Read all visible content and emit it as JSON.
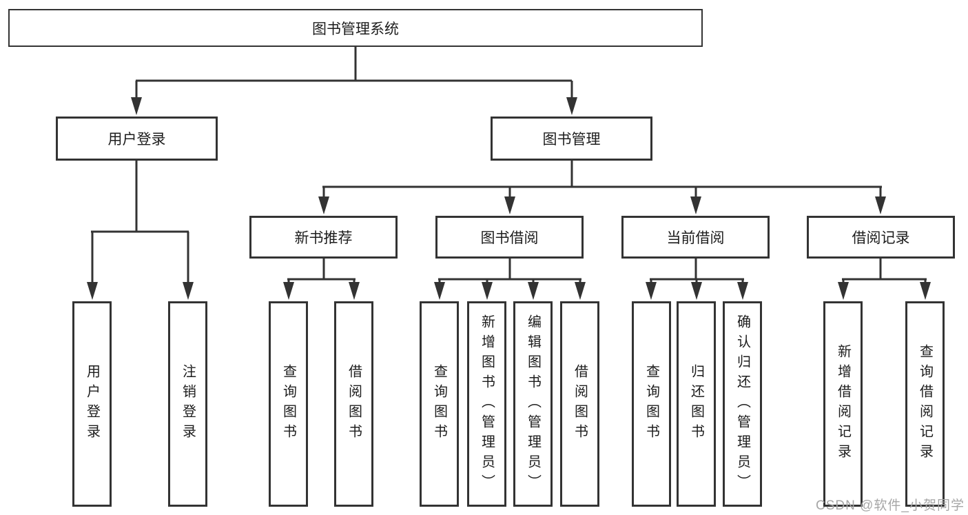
{
  "diagram": {
    "type": "tree-structure-diagram",
    "nodes": {
      "root": "图书管理系统",
      "user_login": "用户登录",
      "book_mgmt": "图书管理",
      "new_book_rec": "新书推荐",
      "book_borrow": "图书借阅",
      "current_borrow": "当前借阅",
      "borrow_records": "借阅记录",
      "ul_user_login": "用户登录",
      "ul_logout": "注销登录",
      "nb_query_book": "查询图书",
      "nb_borrow_book": "借阅图书",
      "bb_query_book": "查询图书",
      "bb_add_book": "新增图书（管理员）",
      "bb_edit_book": "编辑图书（管理员）",
      "bb_borrow_book": "借阅图书",
      "cb_query_book": "查询图书",
      "cb_return_book": "归还图书",
      "cb_confirm_return": "确认归还（管理员）",
      "br_add_record": "新增借阅记录",
      "br_query_record": "查询借阅记录"
    },
    "tree": {
      "图书管理系统": {
        "用户登录": [
          "用户登录",
          "注销登录"
        ],
        "图书管理": {
          "新书推荐": [
            "查询图书",
            "借阅图书"
          ],
          "图书借阅": [
            "查询图书",
            "新增图书（管理员）",
            "编辑图书（管理员）",
            "借阅图书"
          ],
          "当前借阅": [
            "查询图书",
            "归还图书",
            "确认归还（管理员）"
          ],
          "借阅记录": [
            "新增借阅记录",
            "查询借阅记录"
          ]
        }
      }
    },
    "colors": {
      "line": "#333333",
      "text": "#1c1c1c",
      "background": "#ffffff",
      "watermark": "#a6a6a6"
    }
  },
  "watermark": {
    "text": "CSDN @软件_小贺同学"
  }
}
